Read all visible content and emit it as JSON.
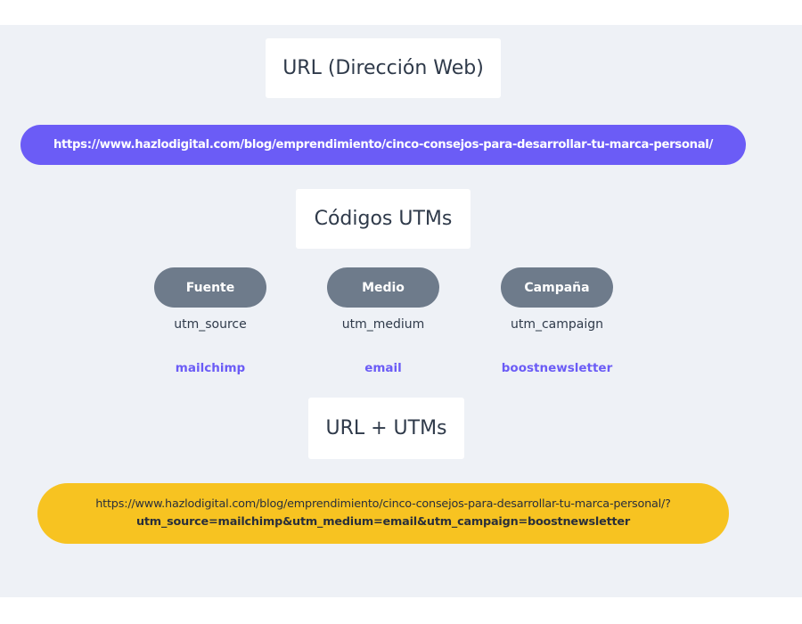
{
  "titles": {
    "url": "URL (Dirección Web)",
    "utm_codes": "Códigos UTMs",
    "url_plus_utms": "URL + UTMs"
  },
  "base_url": "https://www.hazlodigital.com/blog/emprendimiento/cinco-consejos-para-desarrollar-tu-marca-personal/",
  "utms": [
    {
      "label": "Fuente",
      "param": "utm_source",
      "value": "mailchimp"
    },
    {
      "label": "Medio",
      "param": "utm_medium",
      "value": "email"
    },
    {
      "label": "Campaña",
      "param": "utm_campaign",
      "value": "boostnewsletter"
    }
  ],
  "final_url": {
    "base": "https://www.hazlodigital.com/blog/emprendimiento/cinco-consejos-para-desarrollar-tu-marca-personal/?",
    "query": "utm_source=mailchimp&utm_medium=email&utm_campaign=boostnewsletter"
  },
  "colors": {
    "accent_purple": "#6b5cf6",
    "utm_pill_gray": "#6e7b8b",
    "final_yellow": "#f7c321",
    "panel_bg": "#eef1f6"
  }
}
